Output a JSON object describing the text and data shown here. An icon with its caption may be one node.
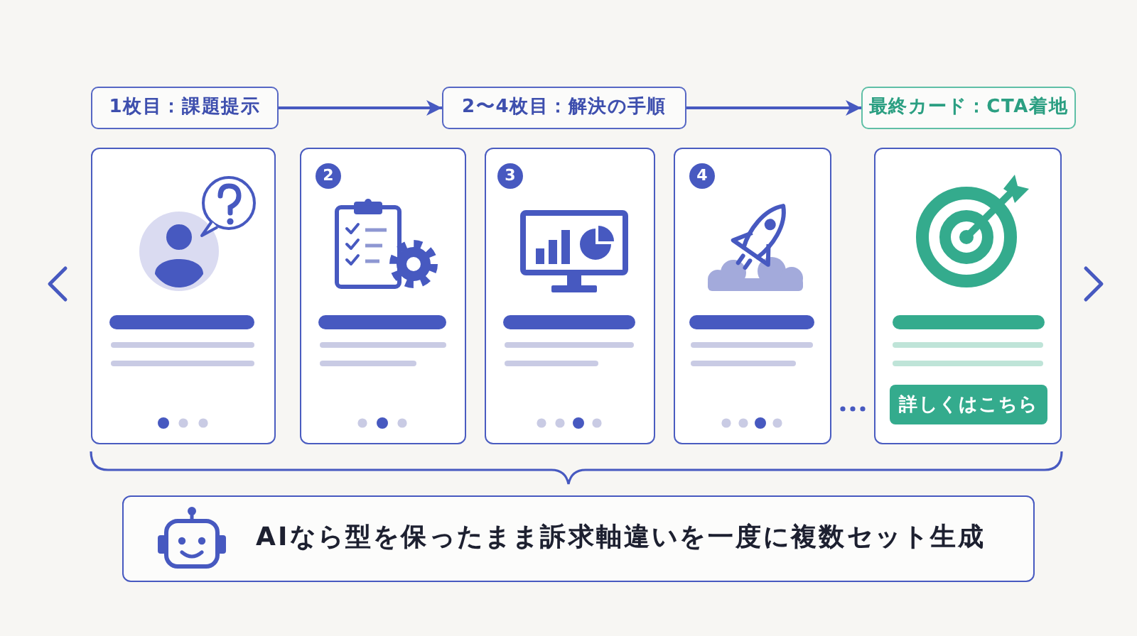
{
  "diagram": {
    "nodes": [
      {
        "text": [
          "1枚目：課題提示"
        ]
      },
      {
        "text": [
          "2〜4枚目：解決の手順"
        ]
      },
      {
        "text": [
          "最終カード：CTA着地"
        ]
      },
      {
        "text": [],
        "shape": "box"
      },
      {
        "text": [
          "2"
        ]
      },
      {
        "text": [
          "3"
        ]
      },
      {
        "text": [
          "4"
        ]
      },
      {
        "text": [
          "詳しくはこちら"
        ]
      },
      {
        "text": [
          "AIなら型を保ったまま訴求軸違いを一度に複数セット生成"
        ]
      }
    ],
    "edges": [
      {
        "from": 0,
        "to": 1,
        "arrow": "to"
      },
      {
        "from": 1,
        "to": 2,
        "arrow": "to"
      }
    ]
  }
}
